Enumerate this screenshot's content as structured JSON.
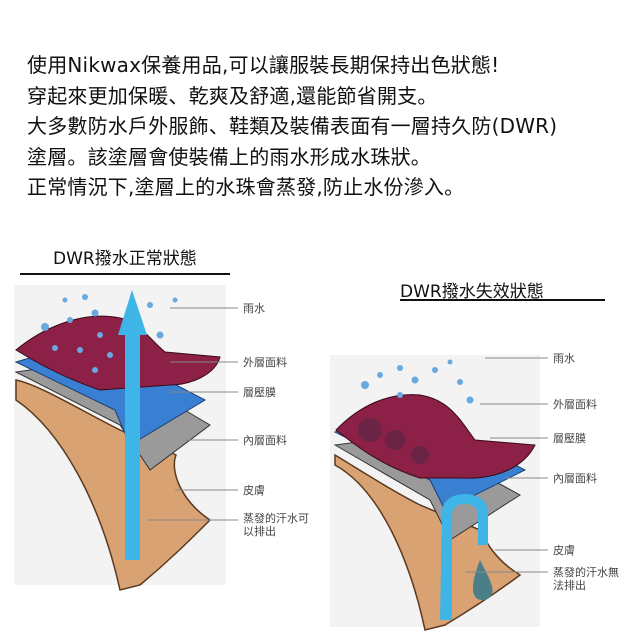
{
  "intro": {
    "lines": [
      "使用Nikwax保養用品,可以讓服裝長期保持出色狀態!",
      "穿起來更加保暖、乾爽及舒適,還能節省開支。",
      "大多數防水戶外服飾、鞋類及裝備表面有一層持久防(DWR)",
      "塗層。該塗層會使裝備上的雨水形成水珠狀。",
      "正常情況下,塗層上的水珠會蒸發,防止水份滲入。"
    ]
  },
  "diagram_normal": {
    "title": "DWR撥水正常狀態",
    "labels": {
      "rain": "雨水",
      "outer": "外層面料",
      "membrane": "層壓膜",
      "inner": "內層面料",
      "skin": "皮膚",
      "sweat_1": "蒸發的汗水可",
      "sweat_2": "以排出"
    }
  },
  "diagram_failed": {
    "title": "DWR撥水失效狀態",
    "labels": {
      "rain": "雨水",
      "outer": "外層面料",
      "membrane": "層壓膜",
      "inner": "內層面料",
      "skin": "皮膚",
      "sweat_1": "蒸發的汗水無",
      "sweat_2": "法排出"
    }
  },
  "colors": {
    "outer": "#8c2046",
    "membrane": "#3a80d2",
    "inner": "#9a9a9a",
    "skin": "#d9a273",
    "water": "#3fb4e6"
  }
}
